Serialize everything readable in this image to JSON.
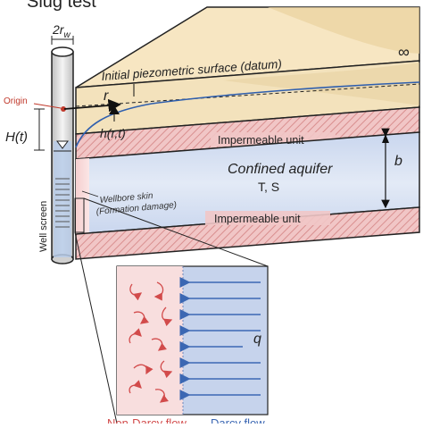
{
  "figure": {
    "title": "Slug test"
  },
  "labels": {
    "well_diameter": "2r",
    "well_diameter_sub": "w",
    "datum": "Initial piezometric surface (datum)",
    "infinity": "∞",
    "radial_distance": "r",
    "origin": "Origin",
    "head_wellbore": "H(t)",
    "head_aquifer": "h(r,t)",
    "upper_confining": "Impermeable unit",
    "aquifer_name": "Confined aquifer",
    "aquifer_params": "T, S",
    "thickness": "b",
    "skin_line1": "Wellbore skin",
    "skin_line2": "(Formation damage)",
    "lower_confining": "Impermeable unit",
    "well_screen": "Well screen",
    "flux": "q",
    "non_darcy": "Non-Darcy flow",
    "darcy": "Darcy flow"
  },
  "colors": {
    "soil": "#f7e6c2",
    "soil_shade": "#ead29e",
    "impermeable": "#f1c6c6",
    "impermeable_stripe": "#d98f8f",
    "aquifer": "#d9e2f2",
    "aquifer_edge": "#b8c9e6",
    "skin": "#f9d9d9",
    "darcy_arrow": "#3b67b3",
    "non_darcy_arrow": "#d24b4b",
    "origin": "#c0392b",
    "outline": "#222222"
  }
}
